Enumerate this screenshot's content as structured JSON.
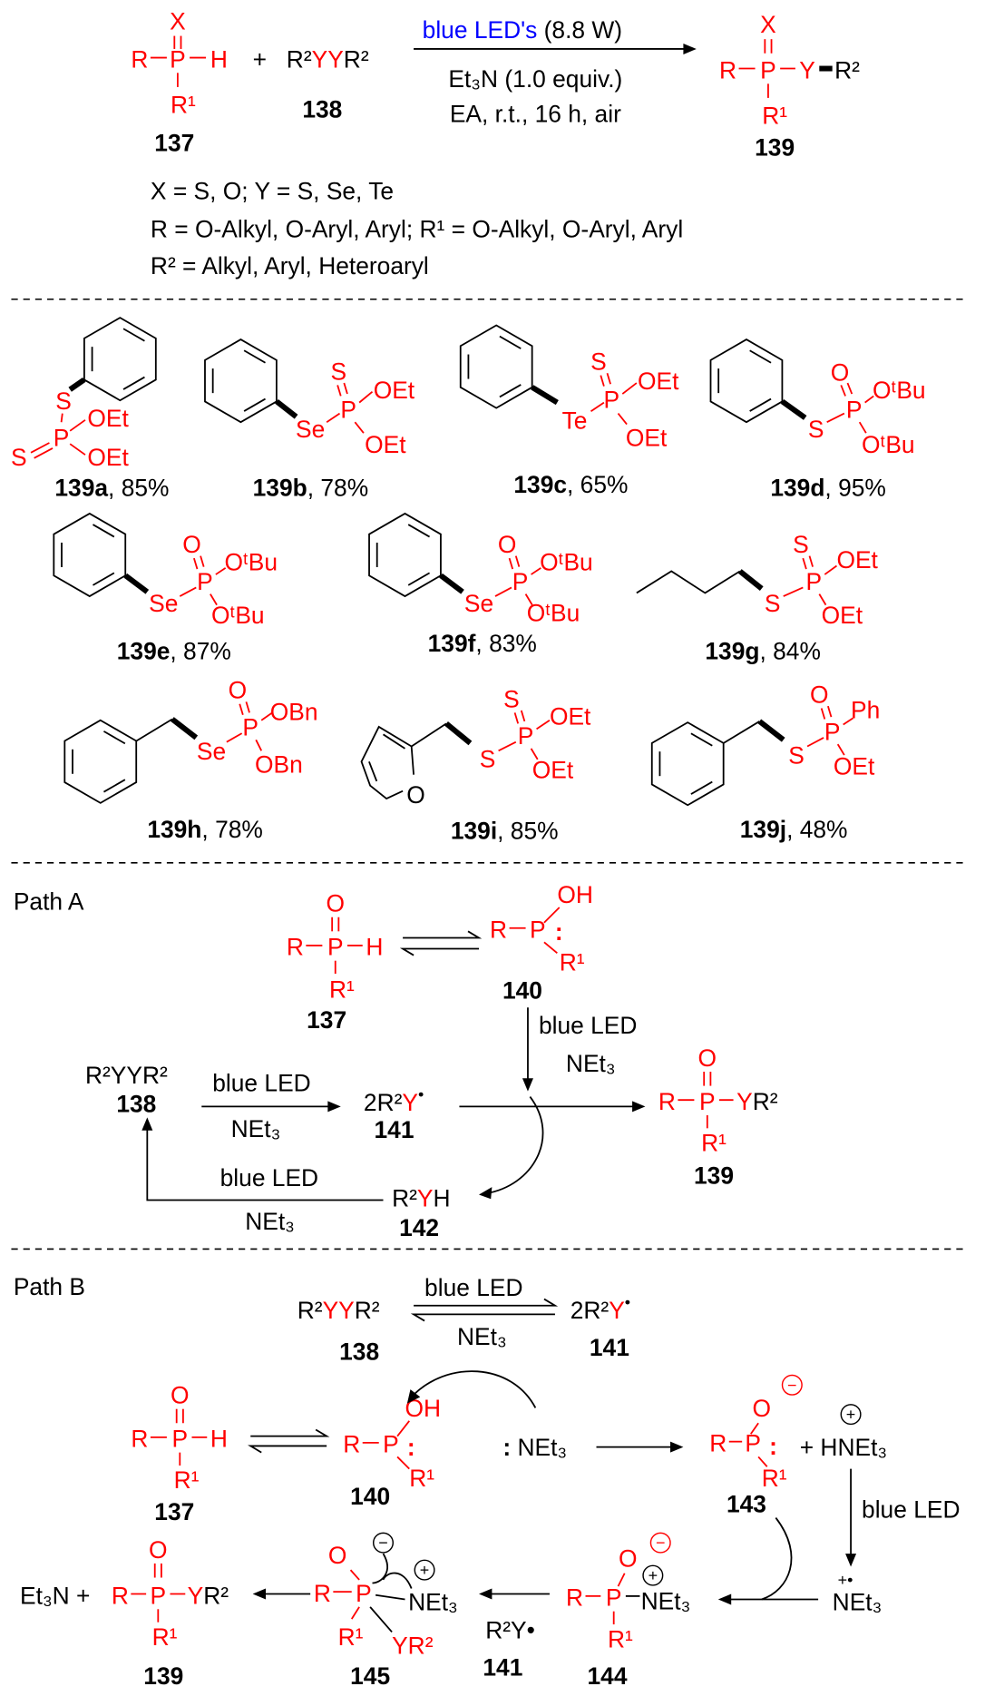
{
  "top": {
    "r137": {
      "x": "X",
      "r": "R",
      "p": "P",
      "h": "H",
      "r1": "R¹",
      "label": "137"
    },
    "plus": "+",
    "r138": {
      "r2a": "R²",
      "yy": "YY",
      "r2b": "R²",
      "label": "138"
    },
    "cond": {
      "light": "blue LED's",
      "power": " (8.8 W)",
      "base": "Et₃N (1.0 equiv.)",
      "misc": "EA, r.t., 16 h, air"
    },
    "p139": {
      "x": "X",
      "r": "R",
      "p": "P",
      "y": "Y",
      "r2": "R²",
      "r1": "R¹",
      "label": "139"
    },
    "defs": [
      "X = S, O; Y = S, Se, Te",
      "R = O-Alkyl, O-Aryl, Aryl; R¹ = O-Alkyl, O-Aryl, Aryl",
      "R² = Alkyl, Aryl, Heteroaryl"
    ]
  },
  "sep": ", ",
  "products": [
    {
      "id": "139a",
      "yield": "85%",
      "atoms": [
        "S",
        "P",
        "S",
        "OEt",
        "OEt"
      ]
    },
    {
      "id": "139b",
      "yield": "78%",
      "atoms": [
        "Se",
        "P",
        "S",
        "OEt",
        "OEt"
      ]
    },
    {
      "id": "139c",
      "yield": "65%",
      "atoms": [
        "Te",
        "P",
        "S",
        "OEt",
        "OEt"
      ]
    },
    {
      "id": "139d",
      "yield": "95%",
      "atoms": [
        "S",
        "P",
        "O",
        "OᵗBu",
        "OᵗBu"
      ]
    },
    {
      "id": "139e",
      "yield": "87%",
      "atoms": [
        "Se",
        "P",
        "O",
        "OᵗBu",
        "OᵗBu"
      ]
    },
    {
      "id": "139f",
      "yield": "83%",
      "atoms": [
        "Se",
        "P",
        "O",
        "OᵗBu",
        "OᵗBu"
      ]
    },
    {
      "id": "139g",
      "yield": "84%",
      "atoms": [
        "S",
        "P",
        "S",
        "OEt",
        "OEt"
      ]
    },
    {
      "id": "139h",
      "yield": "78%",
      "atoms": [
        "Se",
        "P",
        "O",
        "OBn",
        "OBn"
      ]
    },
    {
      "id": "139i",
      "yield": "85%",
      "atoms": [
        "S",
        "P",
        "S",
        "OEt",
        "OEt",
        "O"
      ]
    },
    {
      "id": "139j",
      "yield": "48%",
      "atoms": [
        "S",
        "P",
        "O",
        "Ph",
        "OEt"
      ]
    }
  ],
  "pathA": {
    "title": "Path A",
    "r137": {
      "o": "O",
      "r": "R",
      "p": "P",
      "h": "H",
      "r1": "R¹",
      "label": "137"
    },
    "r140": {
      "oh": "OH",
      "r": "R",
      "p": "P",
      "lp": ":",
      "r1": "R¹",
      "label": "140"
    },
    "cond1": {
      "light": "blue LED",
      "base": "NEt₃"
    },
    "r138": {
      "text": "R²YYR²",
      "label": "138"
    },
    "cond2": {
      "light": "blue LED",
      "base": "NEt₃"
    },
    "r141": {
      "pre": "2R²",
      "y": "Y",
      "dot": "•",
      "label": "141"
    },
    "p139": {
      "o": "O",
      "r": "R",
      "p": "P",
      "y": "Y",
      "r2": "R²",
      "r1": "R¹",
      "label": "139"
    },
    "r142": {
      "r2": "R²",
      "y": "Y",
      "h": "H",
      "label": "142"
    },
    "cond3": {
      "light": "blue LED",
      "base": "NEt₃"
    }
  },
  "pathB": {
    "title": "Path B",
    "r138": {
      "r2a": "R²",
      "yy": "YY",
      "r2b": "R²",
      "label": "138"
    },
    "cond1": {
      "light": "blue LED",
      "base": "NEt₃"
    },
    "r141": {
      "pre": "2R²",
      "y": "Y",
      "dot": "•",
      "label": "141"
    },
    "r137": {
      "o": "O",
      "r": "R",
      "p": "P",
      "h": "H",
      "r1": "R¹",
      "label": "137"
    },
    "r140": {
      "oh": "OH",
      "r": "R",
      "p": "P",
      "lp": ":",
      "r1": "R¹",
      "label": "140"
    },
    "net3": {
      "lp": ":",
      "text": " NEt₃"
    },
    "r143": {
      "o": "O",
      "r": "R",
      "p": "P",
      "lp": ":",
      "r1": "R¹",
      "label": "143",
      "minus": "−"
    },
    "hnet3": {
      "text": "+ HNEt₃",
      "plus": "+"
    },
    "cond2": {
      "light": "blue LED"
    },
    "radcat": {
      "charge": "+•",
      "text": "NEt₃"
    },
    "r144": {
      "o": "O",
      "r": "R",
      "p": "P",
      "n": "NEt₃",
      "r1": "R¹",
      "label": "144",
      "minus": "−",
      "plus": "+"
    },
    "r141b": {
      "text": "R²Y•",
      "label": "141"
    },
    "r145": {
      "o": "O",
      "r": "R",
      "p": "P",
      "n": "NEt₃",
      "r1": "R¹",
      "yr2": "YR²",
      "label": "145",
      "minus": "−",
      "plus": "+"
    },
    "et3n": "Et₃N + ",
    "p139": {
      "o": "O",
      "r": "R",
      "p": "P",
      "y": "Y",
      "r2": "R²",
      "r1": "R¹",
      "label": "139"
    }
  }
}
